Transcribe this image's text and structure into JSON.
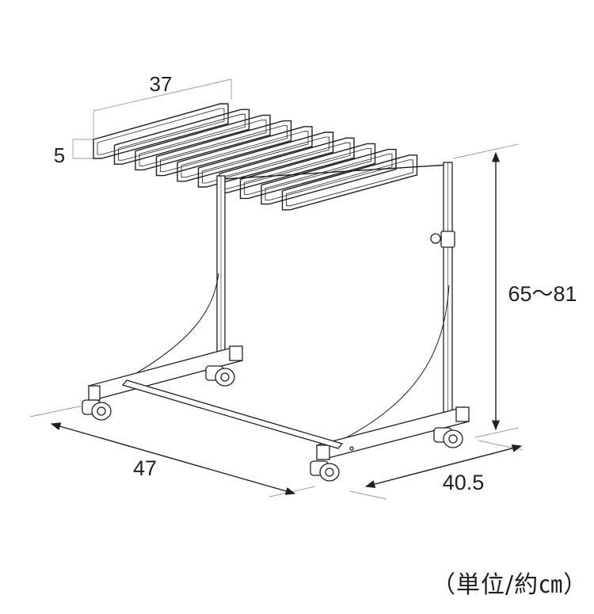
{
  "dimensions": {
    "hanger_width": "37",
    "hanger_height": "5",
    "overall_height": "65～81",
    "overall_width": "47",
    "overall_depth": "40.5"
  },
  "unit_note": "（単位/約㎝）",
  "colors": {
    "line": "#231f20",
    "dimension_line": "#231f20",
    "leader_line": "#9a9a9a"
  }
}
